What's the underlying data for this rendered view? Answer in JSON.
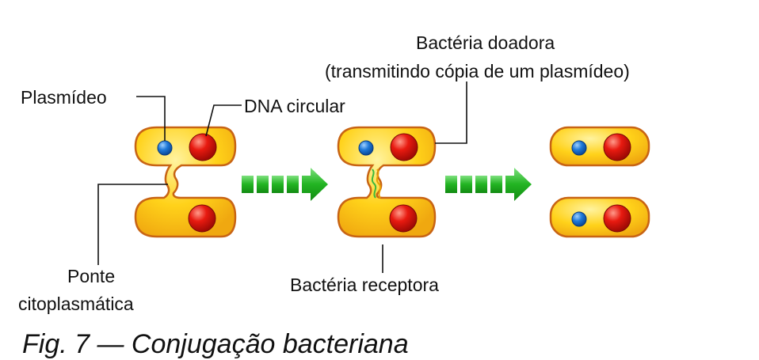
{
  "labels": {
    "plasmid": "Plasmídeo",
    "circular_dna": "DNA circular",
    "donor_line1": "Bactéria doadora",
    "donor_line2": "(transmitindo cópia de um plasmídeo)",
    "bridge_line1": "Ponte",
    "bridge_line2": "citoplasmática",
    "recipient": "Bactéria receptora"
  },
  "caption": "Fig. 7 — Conjugação bacteriana",
  "colors": {
    "cell_fill": "#FFD21A",
    "cell_stroke": "#C86414",
    "dna": "#E01A10",
    "plasmid": "#1E78D8",
    "arrow": "#22B422",
    "bridge_wave": "#3DB83D"
  }
}
